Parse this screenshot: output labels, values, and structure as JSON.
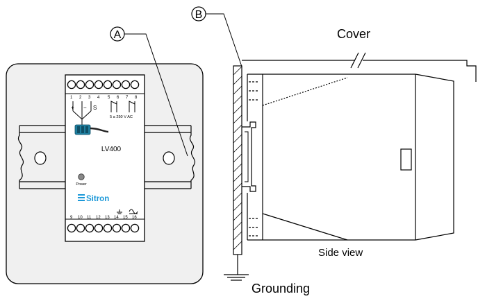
{
  "callouts": {
    "a": "A",
    "b": "B"
  },
  "labels": {
    "cover": "Cover",
    "side_view": "Side view",
    "grounding": "Grounding"
  },
  "device": {
    "model": "LV400",
    "brand": "Sitron",
    "power_label": "Power",
    "relay_rating": "5 a 250 V AC",
    "sensor_terminals": [
      "+",
      "−",
      "S"
    ],
    "top_terminal_numbers": [
      "1",
      "2",
      "3",
      "4",
      "5",
      "6",
      "7",
      "8"
    ],
    "bottom_terminal_numbers": [
      "9",
      "10",
      "11",
      "12",
      "13",
      "14",
      "15",
      "16"
    ]
  },
  "icons": {
    "ground_symbol": "ground-icon",
    "ac_symbol": "ac-icon"
  },
  "colors": {
    "brand_blue": "#1b98d8",
    "connector_blue": "#1f7fa0",
    "line": "#000000"
  }
}
